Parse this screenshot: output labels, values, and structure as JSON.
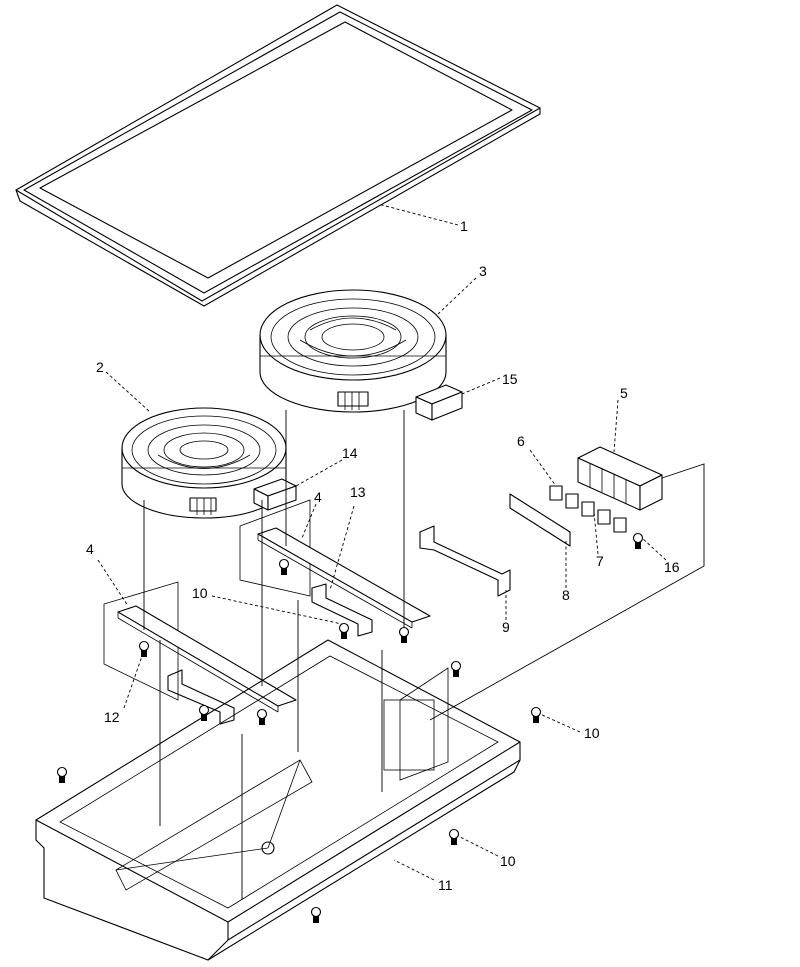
{
  "callouts": {
    "c1": "1",
    "c2": "2",
    "c3": "3",
    "c4a": "4",
    "c4b": "4",
    "c5": "5",
    "c6": "6",
    "c7": "7",
    "c8": "8",
    "c9": "9",
    "c10a": "10",
    "c10b": "10",
    "c10c": "10",
    "c11": "11",
    "c12": "12",
    "c13": "13",
    "c14": "14",
    "c15": "15",
    "c16": "16"
  }
}
